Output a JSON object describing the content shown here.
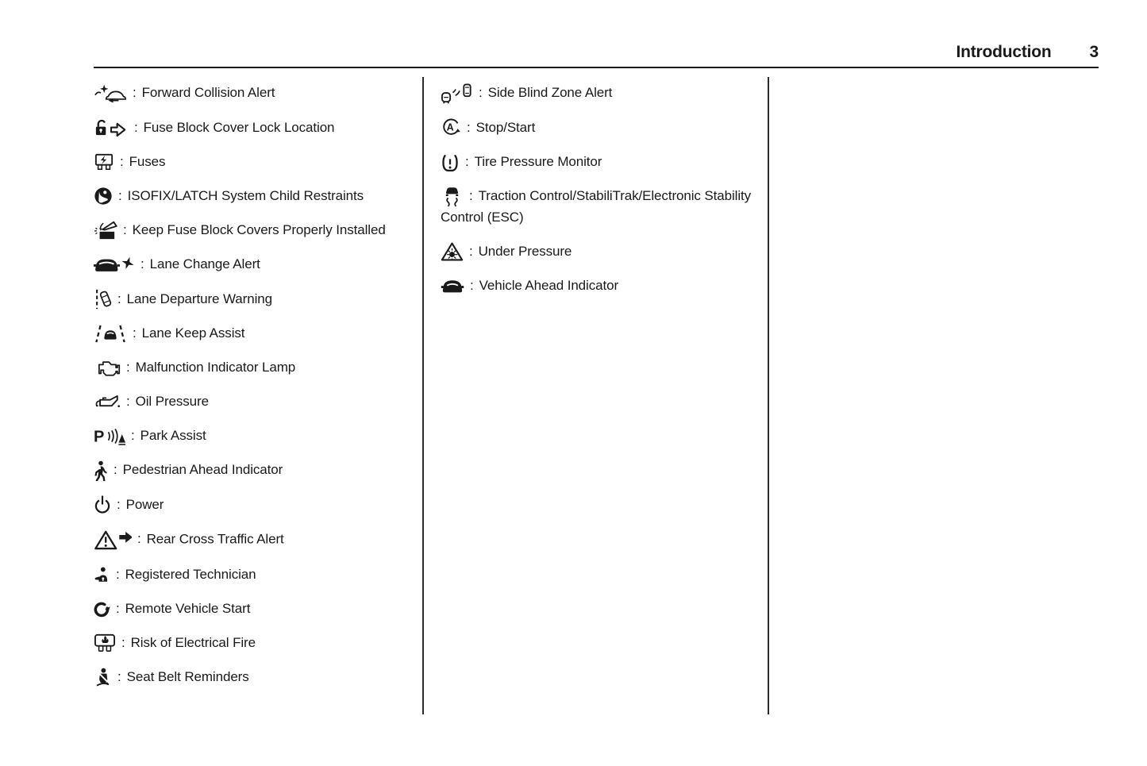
{
  "header": {
    "title": "Introduction",
    "page_number": "3"
  },
  "separator": ":",
  "colors": {
    "text": "#1a1a1a",
    "rule": "#1a1a1a",
    "divider": "#2b2b2b",
    "background": "#ffffff"
  },
  "columns": [
    {
      "items": [
        {
          "icon": "forward-collision-alert-icon",
          "label": "Forward Collision Alert"
        },
        {
          "icon": "fuse-block-cover-lock-icon",
          "label": "Fuse Block Cover Lock Location"
        },
        {
          "icon": "fuses-icon",
          "label": "Fuses"
        },
        {
          "icon": "isofix-latch-child-restraints-icon",
          "label": "ISOFIX/LATCH System Child Restraints"
        },
        {
          "icon": "keep-fuse-block-covers-icon",
          "label": "Keep Fuse Block Covers Properly Installed"
        },
        {
          "icon": "lane-change-alert-icon",
          "label": "Lane Change Alert"
        },
        {
          "icon": "lane-departure-warning-icon",
          "label": "Lane Departure Warning"
        },
        {
          "icon": "lane-keep-assist-icon",
          "label": "Lane Keep Assist"
        },
        {
          "icon": "malfunction-indicator-lamp-icon",
          "label": "Malfunction Indicator Lamp"
        },
        {
          "icon": "oil-pressure-icon",
          "label": "Oil Pressure"
        },
        {
          "icon": "park-assist-icon",
          "label": "Park Assist"
        },
        {
          "icon": "pedestrian-ahead-indicator-icon",
          "label": "Pedestrian Ahead Indicator"
        },
        {
          "icon": "power-icon",
          "label": "Power"
        },
        {
          "icon": "rear-cross-traffic-alert-icon",
          "label": "Rear Cross Traffic Alert"
        },
        {
          "icon": "registered-technician-icon",
          "label": "Registered Technician"
        },
        {
          "icon": "remote-vehicle-start-icon",
          "label": "Remote Vehicle Start"
        },
        {
          "icon": "risk-of-electrical-fire-icon",
          "label": "Risk of Electrical Fire"
        },
        {
          "icon": "seat-belt-reminders-icon",
          "label": "Seat Belt Reminders"
        }
      ]
    },
    {
      "items": [
        {
          "icon": "side-blind-zone-alert-icon",
          "label": "Side Blind Zone Alert"
        },
        {
          "icon": "stop-start-icon",
          "label": "Stop/Start"
        },
        {
          "icon": "tire-pressure-monitor-icon",
          "label": "Tire Pressure Monitor"
        },
        {
          "icon": "traction-control-esc-icon",
          "label": "Traction Control/StabiliTrak/Electronic Stability Control (ESC)"
        },
        {
          "icon": "under-pressure-icon",
          "label": "Under Pressure"
        },
        {
          "icon": "vehicle-ahead-indicator-icon",
          "label": "Vehicle Ahead Indicator"
        }
      ]
    },
    {
      "items": []
    }
  ]
}
